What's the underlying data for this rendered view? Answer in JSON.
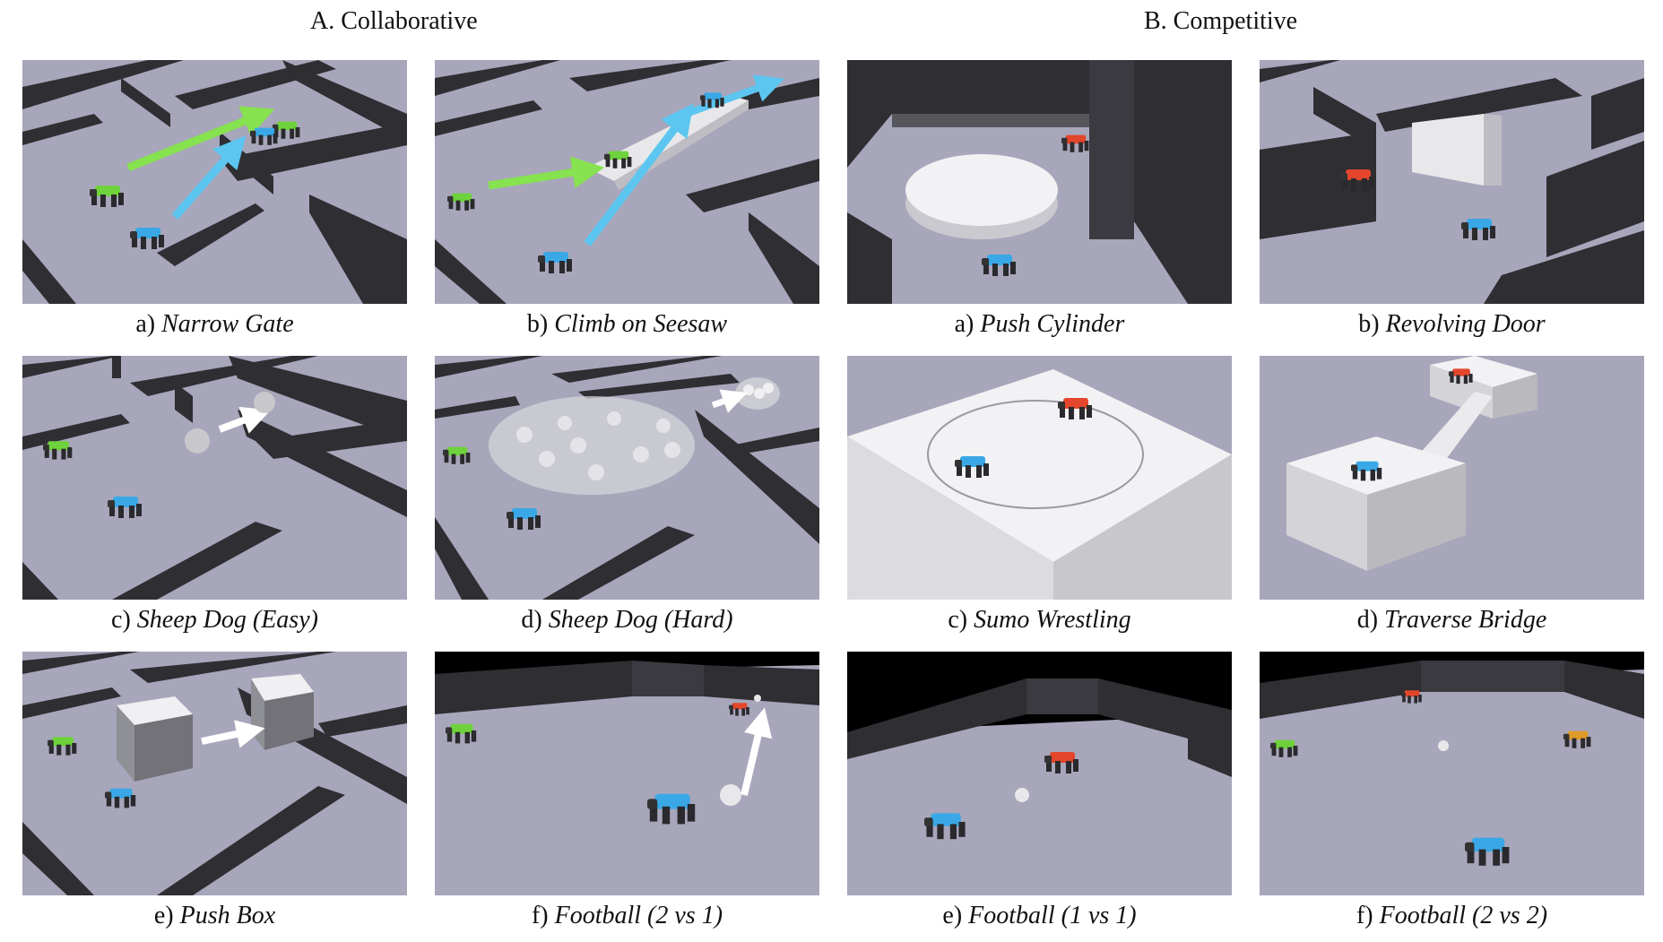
{
  "sections": {
    "collaborative": "A. Collaborative",
    "competitive": "B. Competitive"
  },
  "panels": [
    {
      "letter": "a)",
      "title": "Narrow Gate"
    },
    {
      "letter": "b)",
      "title": "Climb on Seesaw"
    },
    {
      "letter": "a)",
      "title": "Push Cylinder"
    },
    {
      "letter": "b)",
      "title": "Revolving Door"
    },
    {
      "letter": "c)",
      "title": "Sheep Dog (Easy)"
    },
    {
      "letter": "d)",
      "title": "Sheep Dog (Hard)"
    },
    {
      "letter": "c)",
      "title": "Sumo Wrestling"
    },
    {
      "letter": "d)",
      "title": "Traverse Bridge"
    },
    {
      "letter": "e)",
      "title": "Push Box"
    },
    {
      "letter": "f)",
      "title": "Football (2 vs 1)"
    },
    {
      "letter": "e)",
      "title": "Football (1 vs 1)"
    },
    {
      "letter": "f)",
      "title": "Football (2 vs 2)"
    }
  ],
  "colors": {
    "floor": "#a7a6bb",
    "wall": "#2e2e33",
    "robot_green": "#6fd23c",
    "robot_blue": "#3aa8e6",
    "robot_red": "#e3462b",
    "robot_orange": "#e09a2a",
    "arrow_green": "#86e24f",
    "arrow_blue": "#5cc6f0",
    "arrow_white": "#ffffff"
  }
}
